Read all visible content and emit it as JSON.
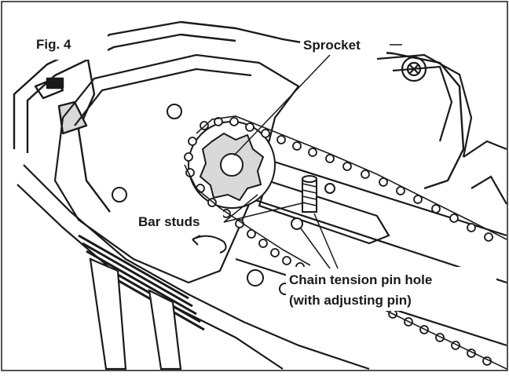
{
  "figure": {
    "label": "Fig. 4",
    "callouts": {
      "sprocket": "Sprocket",
      "bar_studs": "Bar studs",
      "tension_line1": "Chain tension pin hole",
      "tension_line2": "(with adjusting pin)"
    },
    "colors": {
      "ink": "#1a1a1a",
      "paper": "#ffffff",
      "shade": "#d9d9d9"
    }
  }
}
